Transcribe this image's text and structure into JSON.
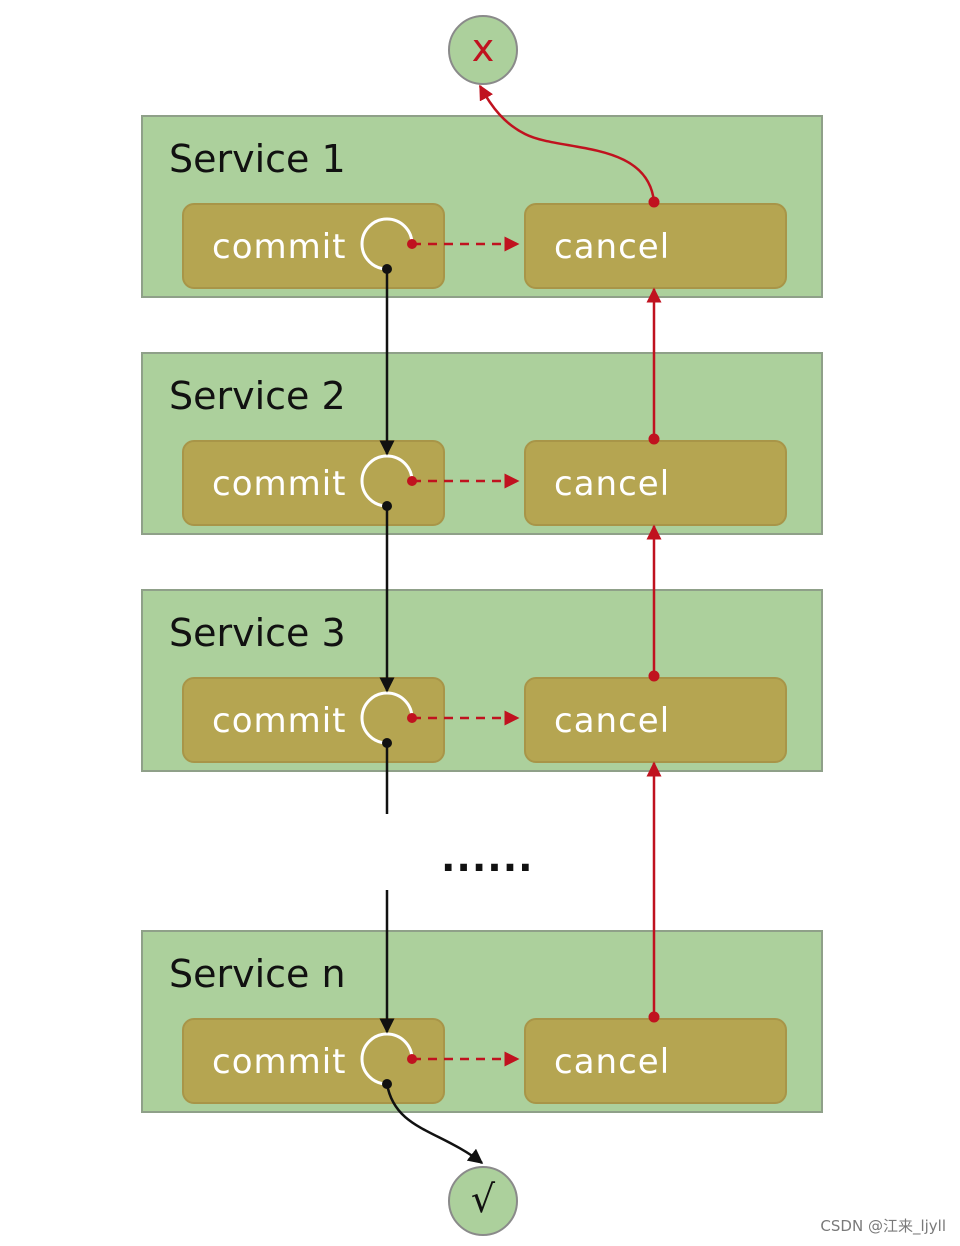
{
  "services": [
    {
      "title": "Service 1",
      "commit_label": "commit",
      "cancel_label": "cancel"
    },
    {
      "title": "Service 2",
      "commit_label": "commit",
      "cancel_label": "cancel"
    },
    {
      "title": "Service 3",
      "commit_label": "commit",
      "cancel_label": "cancel"
    },
    {
      "title": "Service n",
      "commit_label": "commit",
      "cancel_label": "cancel"
    }
  ],
  "failure_node": {
    "symbol": "x"
  },
  "success_node": {
    "symbol": "√"
  },
  "ellipsis": "......",
  "watermark": "CSDN @江来_ljyll",
  "colors": {
    "service_fill": "#acd09c",
    "box_fill": "#b5a551",
    "rollback_arrow": "#c0121f",
    "commit_arrow": "#111111"
  }
}
